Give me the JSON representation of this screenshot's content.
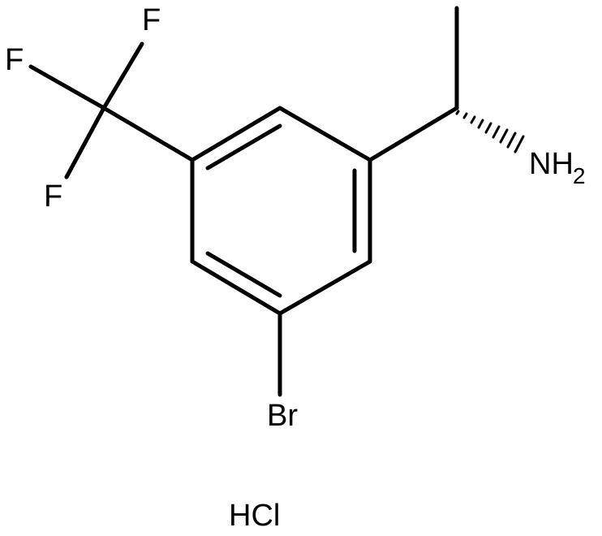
{
  "molecule": {
    "atoms": {
      "f1": "F",
      "f2": "F",
      "f3": "F",
      "amine_n": "NH",
      "amine_h_count": "2",
      "bromine": "Br"
    },
    "salt": "HCl"
  }
}
